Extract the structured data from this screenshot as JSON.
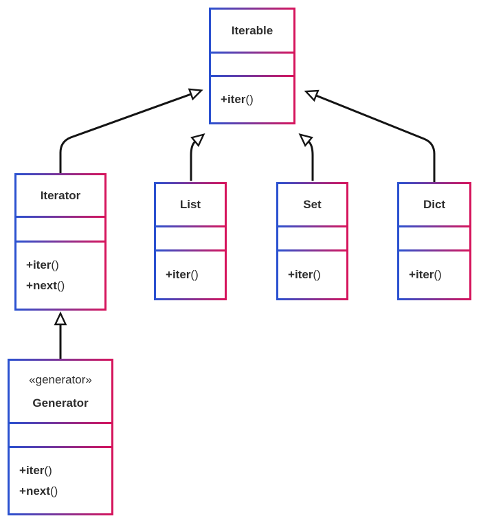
{
  "colors": {
    "border_gradient_start": "#2a51d0",
    "border_gradient_end": "#d6145c",
    "arrow_line": "#141414",
    "text": "#2d2d2d",
    "background": "#ffffff"
  },
  "classes": {
    "iterable": {
      "name": "Iterable",
      "methods": [
        {
          "prefix": "+",
          "name": "iter",
          "suffix": "()"
        }
      ]
    },
    "iterator": {
      "name": "Iterator",
      "methods": [
        {
          "prefix": "+",
          "name": "iter",
          "suffix": "()"
        },
        {
          "prefix": "+",
          "name": "next",
          "suffix": "()"
        }
      ]
    },
    "list": {
      "name": "List",
      "methods": [
        {
          "prefix": "+",
          "name": "iter",
          "suffix": "()"
        }
      ]
    },
    "set": {
      "name": "Set",
      "methods": [
        {
          "prefix": "+",
          "name": "iter",
          "suffix": "()"
        }
      ]
    },
    "dict": {
      "name": "Dict",
      "methods": [
        {
          "prefix": "+",
          "name": "iter",
          "suffix": "()"
        }
      ]
    },
    "generator": {
      "stereotype": "«generator»",
      "name": "Generator",
      "methods": [
        {
          "prefix": "+",
          "name": "iter",
          "suffix": "()"
        },
        {
          "prefix": "+",
          "name": "next",
          "suffix": "()"
        }
      ]
    }
  },
  "relationships": [
    {
      "from": "Iterator",
      "to": "Iterable",
      "type": "generalization"
    },
    {
      "from": "List",
      "to": "Iterable",
      "type": "generalization"
    },
    {
      "from": "Set",
      "to": "Iterable",
      "type": "generalization"
    },
    {
      "from": "Dict",
      "to": "Iterable",
      "type": "generalization"
    },
    {
      "from": "Generator",
      "to": "Iterator",
      "type": "generalization"
    }
  ]
}
